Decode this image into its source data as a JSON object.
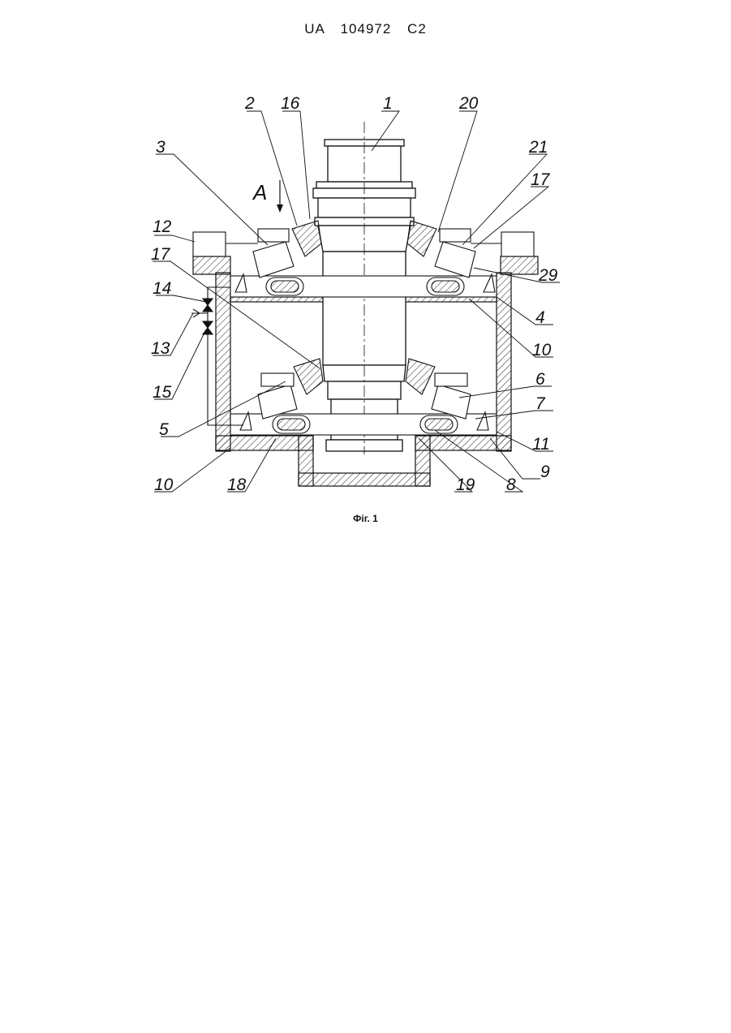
{
  "header": {
    "patent_number": "UA   104972   C2"
  },
  "figure": {
    "caption": "Фіг. 1",
    "view_marker": "A",
    "labels": [
      "1",
      "2",
      "16",
      "20",
      "21",
      "17",
      "3",
      "12",
      "17",
      "29",
      "14",
      "4",
      "13",
      "10",
      "15",
      "6",
      "5",
      "7",
      "11",
      "10",
      "18",
      "19",
      "8",
      "9"
    ]
  },
  "colors": {
    "ink": "#111111",
    "hatch": "#444444",
    "paper": "#ffffff"
  }
}
